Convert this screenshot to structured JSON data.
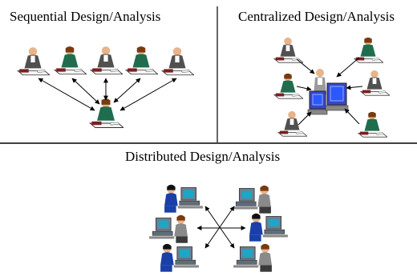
{
  "panels": {
    "sequential": {
      "title": "Sequential Design/Analysis"
    },
    "centralized": {
      "title": "Centralized Design/Analysis"
    },
    "distributed": {
      "title": "Distributed Design/Analysis"
    }
  },
  "icons": {
    "person_at_desk": "person-at-desk-icon",
    "person_at_computer": "person-at-computer-icon",
    "central_server": "central-computer-icon"
  },
  "colors": {
    "dark_suit": "#505050",
    "green_suit": "#1f6d4e",
    "blue_suit": "#1a3fa8",
    "skin": "#e8b48a",
    "monitor": "#6e7f8f",
    "screen": "#1aa7c8",
    "cpu": "#2b58ff"
  }
}
